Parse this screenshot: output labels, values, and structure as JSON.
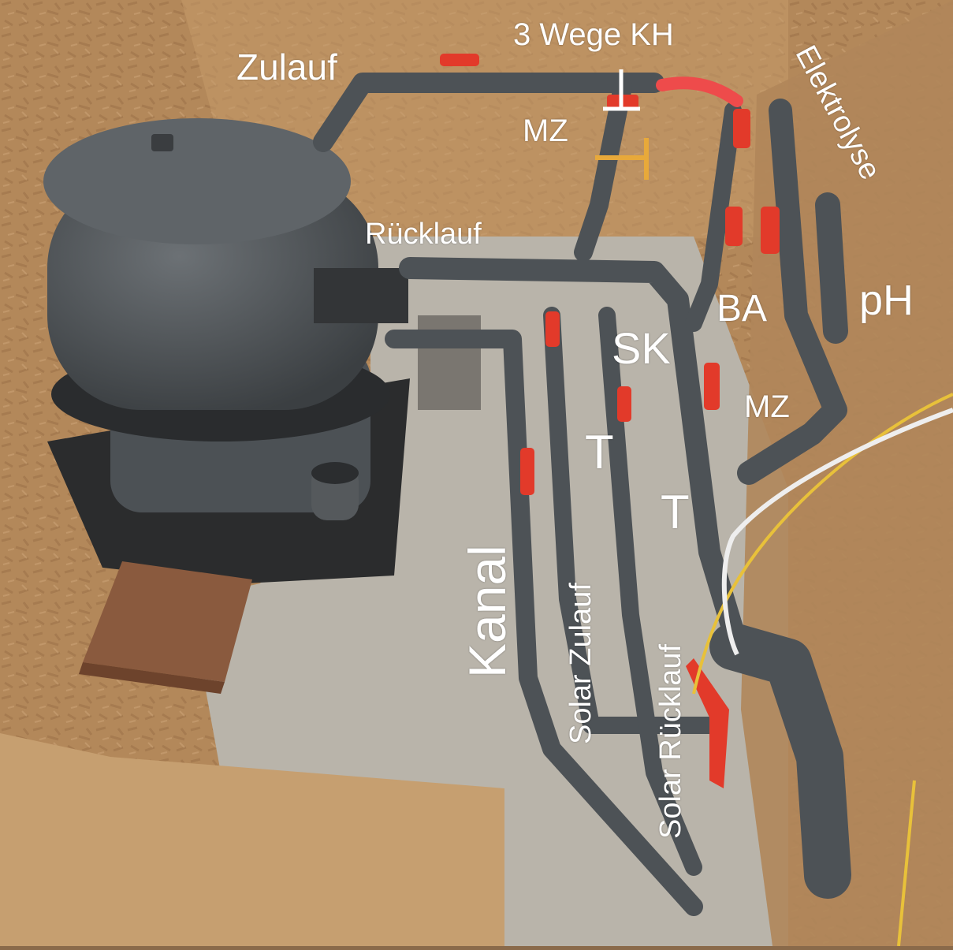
{
  "labels": {
    "zulauf": "Zulauf",
    "drei_wege_kh": "3 Wege KH",
    "elektrolyse": "Elektrolyse",
    "mz_top": "MZ",
    "ruecklauf": "Rücklauf",
    "ba": "BA",
    "ph": "pH",
    "sk": "SK",
    "mz_right": "MZ",
    "t_upper": "T",
    "t_lower": "T",
    "kanal": "Kanal",
    "solar_zulauf": "Solar Zulauf",
    "solar_ruecklauf": "Solar Rücklauf"
  },
  "colors": {
    "osb_wood": "#b58a5c",
    "concrete_floor": "#b9b4aa",
    "pvc_pipe": "#4d5256",
    "filter_tank": "#585d61",
    "valve_handle": "#e23a2a",
    "marker_red": "#ee4b4b",
    "marker_white": "#ffffff",
    "marker_yellow": "#e8a93a",
    "label_text": "#ffffff"
  },
  "icons": [
    "filter-tank",
    "pipe",
    "ball-valve",
    "three-way-valve-marker",
    "cable"
  ]
}
